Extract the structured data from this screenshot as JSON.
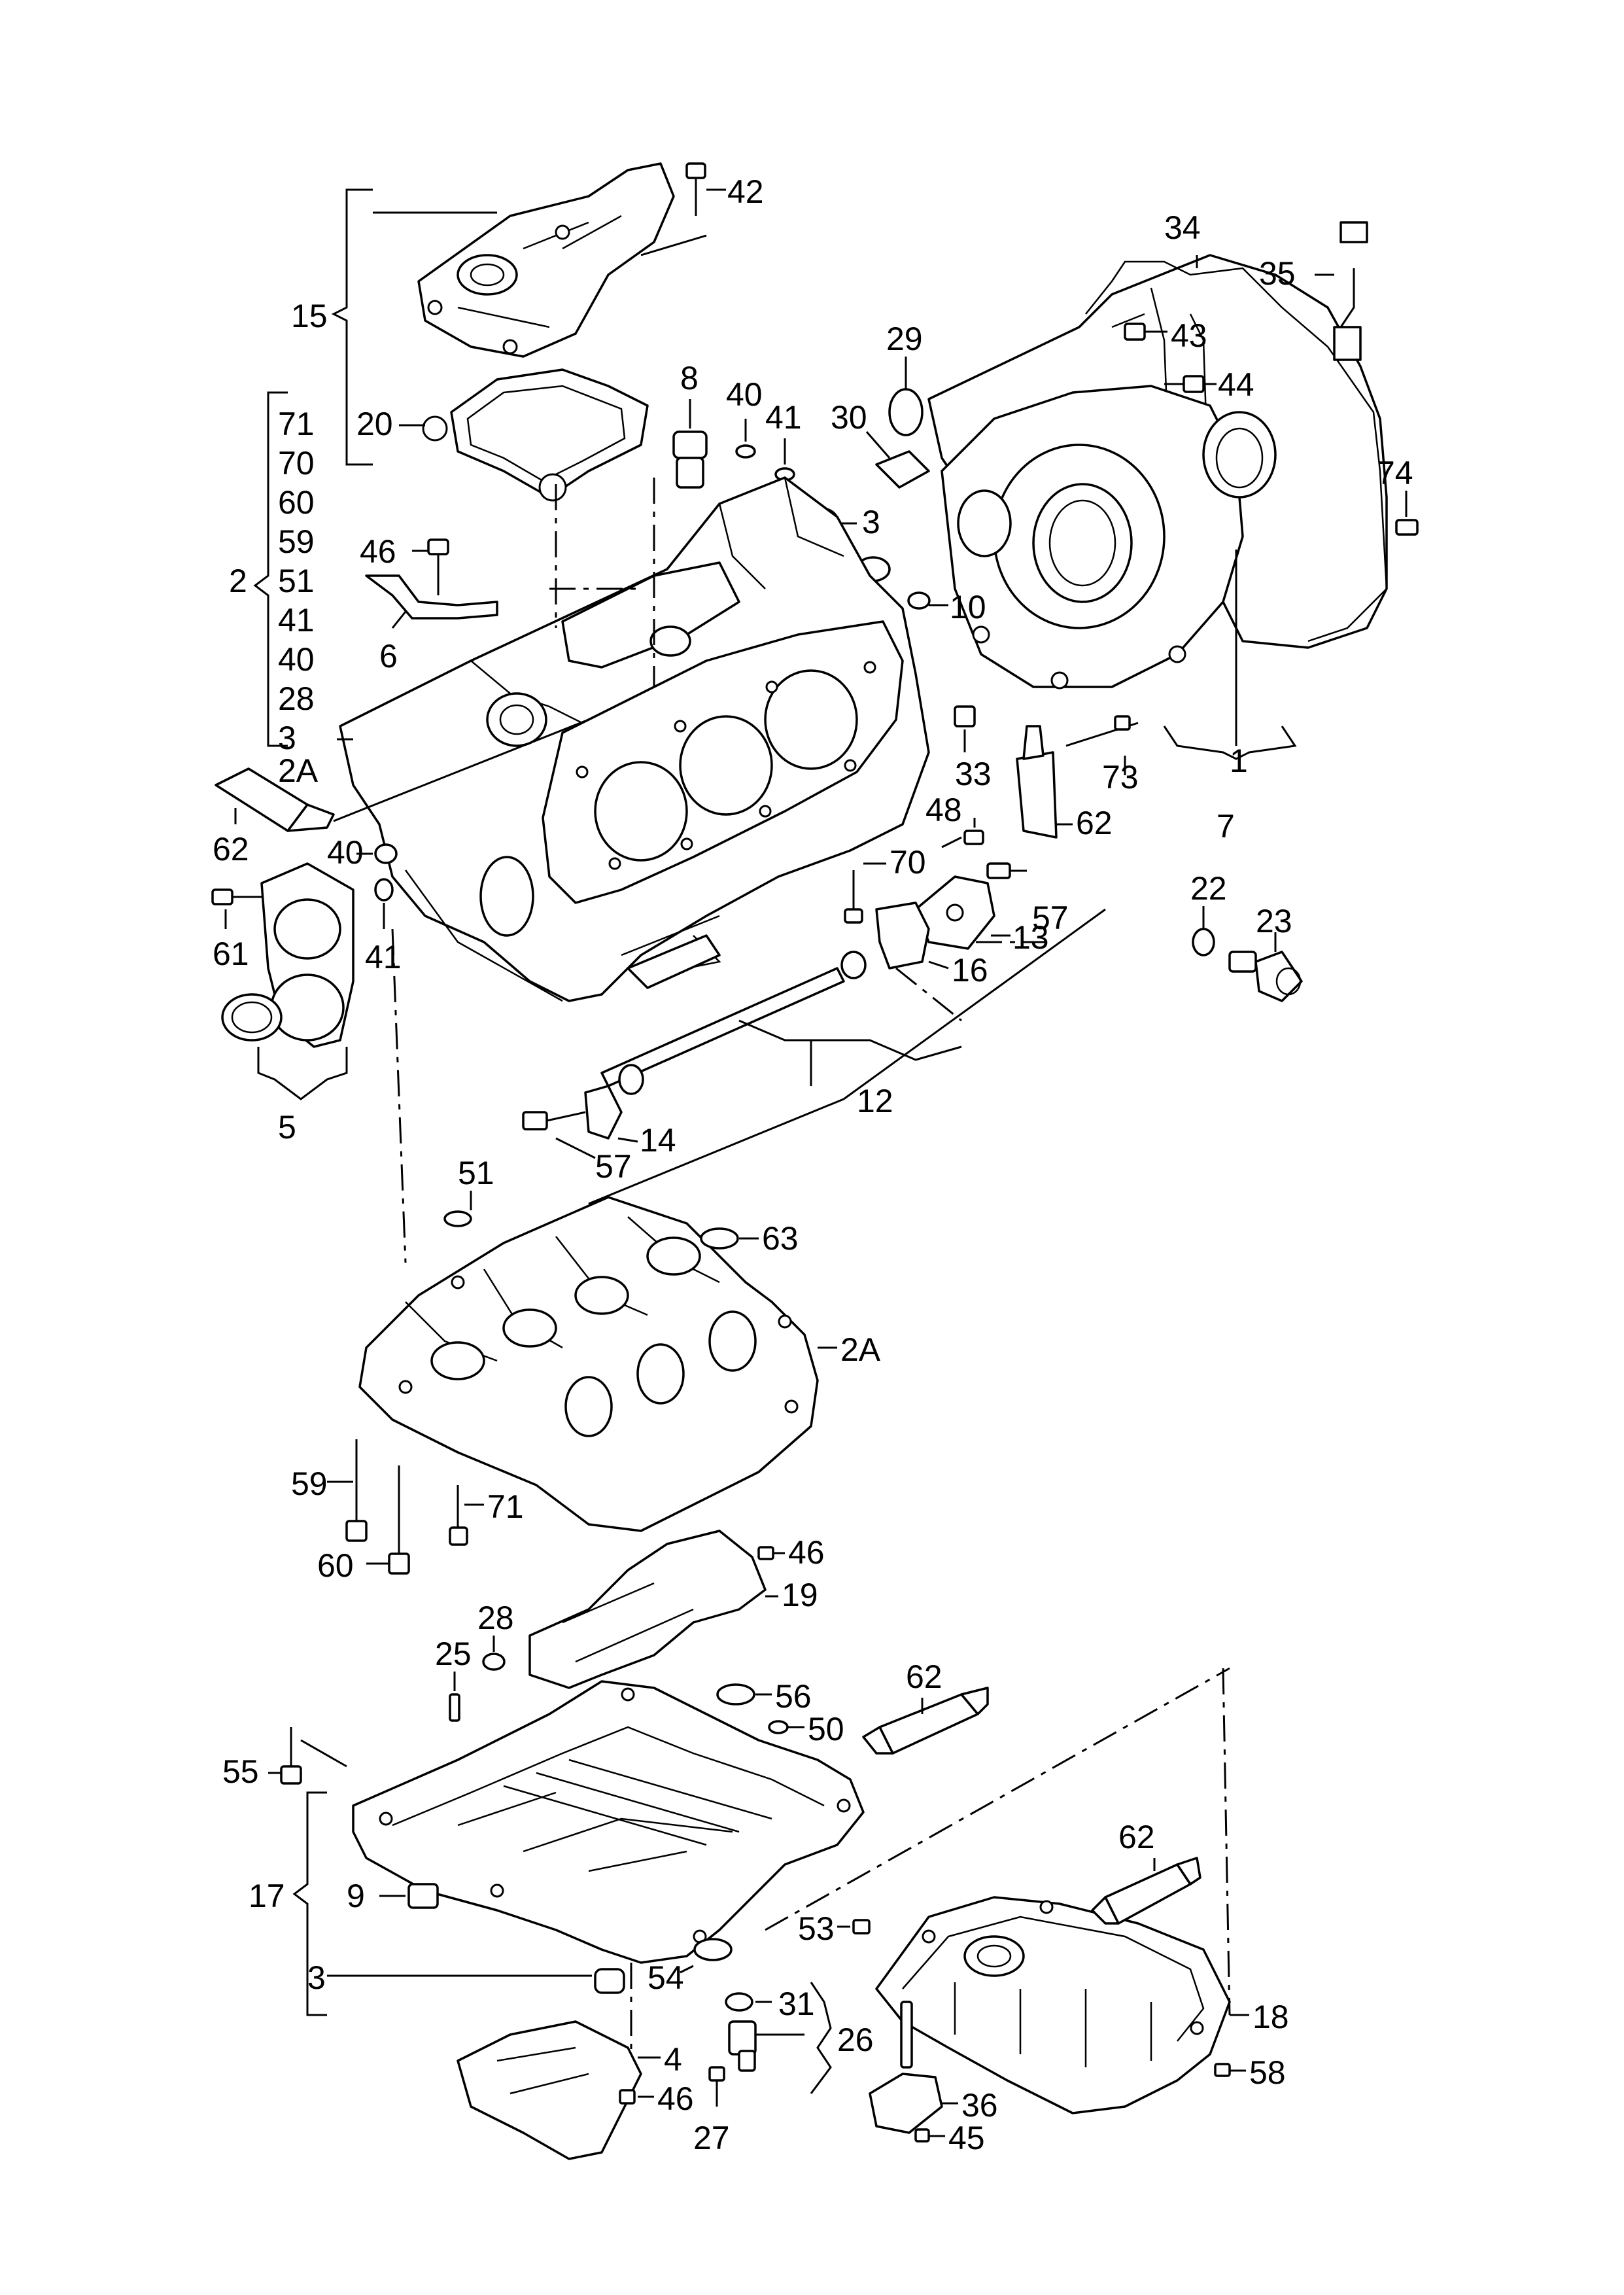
{
  "labels": {
    "l42": "42",
    "l15": "15",
    "l20": "20",
    "l8": "8",
    "l40a": "40",
    "l41a": "41",
    "l29": "29",
    "l30": "30",
    "l34": "34",
    "l35": "35",
    "l43": "43",
    "l44": "44",
    "l74": "74",
    "l3a": "3",
    "l10": "10",
    "l1": "1",
    "l7": "7",
    "l73": "73",
    "l62a": "62",
    "l33": "33",
    "l46a": "46",
    "l6": "6",
    "g71": "71",
    "g70": "70",
    "g60": "60",
    "g59": "59",
    "g51": "51",
    "g41": "41",
    "g40": "40",
    "g28": "28",
    "g3": "3",
    "g2A": "2A",
    "l2": "2",
    "l62b": "62",
    "l40b": "40",
    "l41b": "41",
    "l61": "61",
    "l5": "5",
    "l48": "48",
    "l70": "70",
    "l57a": "57",
    "l13": "13",
    "l16": "16",
    "l22": "22",
    "l23": "23",
    "l12": "12",
    "l14": "14",
    "l57b": "57",
    "l51": "51",
    "l63": "63",
    "l2A": "2A",
    "l59": "59",
    "l60": "60",
    "l71": "71",
    "l46b": "46",
    "l19": "19",
    "l28": "28",
    "l25": "25",
    "l56": "56",
    "l50": "50",
    "l62c": "62",
    "l55": "55",
    "l62d": "62",
    "l17": "17",
    "l9": "9",
    "l53": "53",
    "l3b": "3",
    "l54": "54",
    "l31": "31",
    "l18": "18",
    "l26": "26",
    "l4": "4",
    "l46c": "46",
    "l36": "36",
    "l58": "58",
    "l27": "27",
    "l45": "45"
  }
}
